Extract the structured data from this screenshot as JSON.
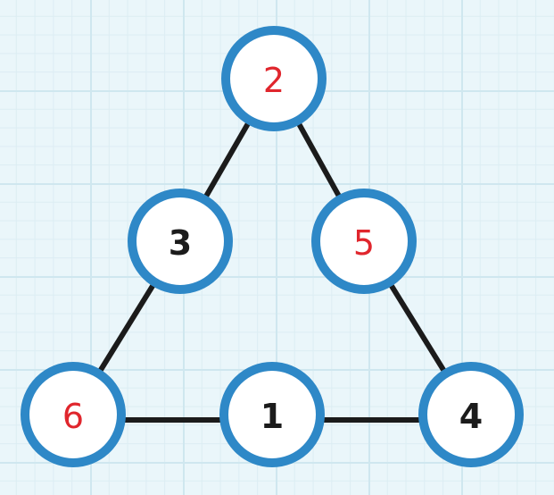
{
  "colors": {
    "circle_fill": "#ffffff",
    "circle_stroke": "#2e88c7",
    "edge": "#1b1b1b",
    "given_number": "#1b1b1b",
    "placed_number": "#e0262d"
  },
  "nodes": [
    {
      "id": "top",
      "label": "2",
      "kind": "placed"
    },
    {
      "id": "left-middle",
      "label": "3",
      "kind": "given"
    },
    {
      "id": "right-middle",
      "label": "5",
      "kind": "placed"
    },
    {
      "id": "bottom-left",
      "label": "6",
      "kind": "placed"
    },
    {
      "id": "bottom-middle",
      "label": "1",
      "kind": "given"
    },
    {
      "id": "bottom-right",
      "label": "4",
      "kind": "given"
    }
  ],
  "edges": [
    [
      "top",
      "left-middle"
    ],
    [
      "left-middle",
      "bottom-left"
    ],
    [
      "top",
      "right-middle"
    ],
    [
      "right-middle",
      "bottom-right"
    ],
    [
      "bottom-left",
      "bottom-middle"
    ],
    [
      "bottom-middle",
      "bottom-right"
    ]
  ]
}
